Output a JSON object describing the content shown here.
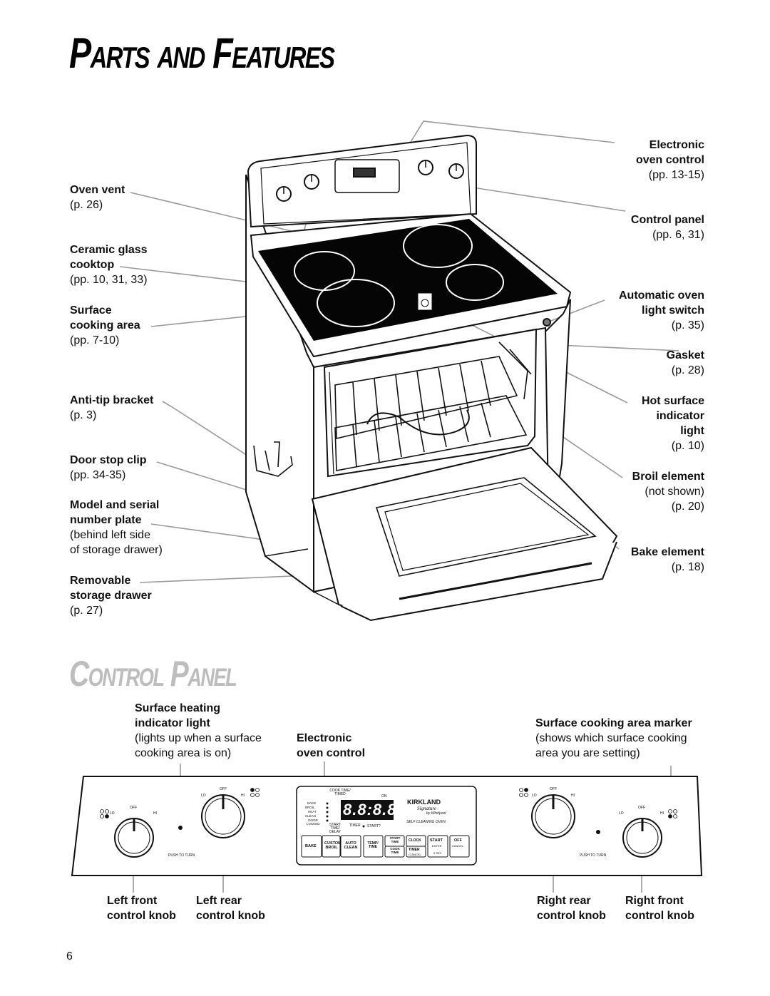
{
  "page": {
    "title": "Parts and Features",
    "section_title": "Control Panel",
    "page_number": "6"
  },
  "range_labels": {
    "oven_vent": {
      "title": "Oven vent",
      "ref": "(p. 26)"
    },
    "ceramic_glass": {
      "title1": "Ceramic glass",
      "title2": "cooktop",
      "ref": "(pp. 10, 31, 33)"
    },
    "surface_area": {
      "title1": "Surface",
      "title2": "cooking area",
      "ref": "(pp. 7-10)"
    },
    "anti_tip": {
      "title": "Anti-tip bracket",
      "ref": "(p. 3)"
    },
    "door_stop": {
      "title": "Door stop clip",
      "ref": "(pp. 34-35)"
    },
    "model_plate": {
      "title1": "Model and serial",
      "title2": "number plate",
      "note1": "(behind left side",
      "note2": "of storage drawer)"
    },
    "storage_drawer": {
      "title1": "Removable",
      "title2": "storage drawer",
      "ref": "(p. 27)"
    },
    "electronic_control": {
      "title1": "Electronic",
      "title2": "oven control",
      "ref": "(pp. 13-15)"
    },
    "control_panel": {
      "title": "Control panel",
      "ref": "(pp. 6, 31)"
    },
    "auto_light": {
      "title1": "Automatic oven",
      "title2": "light switch",
      "ref": "(p. 35)"
    },
    "gasket": {
      "title": "Gasket",
      "ref": "(p. 28)"
    },
    "hot_surface": {
      "title1": "Hot surface",
      "title2": "indicator",
      "title3": "light",
      "ref": "(p. 10)"
    },
    "broil": {
      "title": "Broil element",
      "note": "(not shown)",
      "ref": "(p. 20)"
    },
    "bake": {
      "title": "Bake element",
      "ref": "(p. 18)"
    }
  },
  "control_panel_labels": {
    "surface_heating": {
      "title1": "Surface heating",
      "title2": "indicator light",
      "note1": "(lights up when a surface",
      "note2": "cooking area is on)"
    },
    "electronic": {
      "title1": "Electronic",
      "title2": "oven control"
    },
    "marker": {
      "title": "Surface cooking area marker",
      "note1": "(shows which surface cooking",
      "note2": "area you are setting)"
    },
    "left_front": {
      "l1": "Left front",
      "l2": "control knob"
    },
    "left_rear": {
      "l1": "Left rear",
      "l2": "control knob"
    },
    "right_rear": {
      "l1": "Right rear",
      "l2": "control knob"
    },
    "right_front": {
      "l1": "Right front",
      "l2": "control knob"
    }
  },
  "panel": {
    "knob_off": "OFF",
    "knob_lo": "LO",
    "knob_hi": "HI",
    "push_to_turn": "PUSH TO TURN",
    "cook_time_timed": "COOK TIME/ TIMED",
    "on": "ON",
    "status": [
      "BAKE",
      "BROIL",
      "HEAT",
      "CLEAN",
      "DOOR LOCKED"
    ],
    "display": "8.8:8.8",
    "start_time_delay": "START TIME/ DELAY",
    "timer": "TIMER",
    "start_q": "START?",
    "brand": "KIRKLAND",
    "brand_sub": "Signature",
    "by": "by Whirlpool",
    "self_clean": "SELF CLEANING OVEN",
    "buttons": {
      "bake": "BAKE",
      "custom_broil": "CUSTOM BROIL",
      "auto_clean": "AUTO CLEAN",
      "temp_time": "TEMP/ TIME",
      "start_time": "START TIME",
      "cook_time": "COOK TIME",
      "clock": "CLOCK",
      "timer": "TIMER",
      "cancel_small": "• CANCEL",
      "start": "START",
      "enter": "ENTER",
      "five_sec": "5 SEC",
      "off": "OFF",
      "cancel": "CANCEL"
    }
  }
}
